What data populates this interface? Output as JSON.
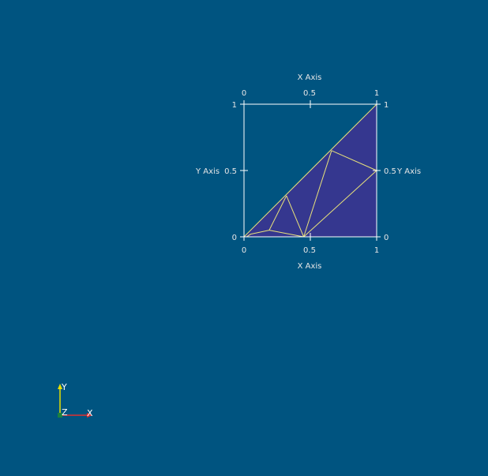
{
  "scene": {
    "background": "#005480",
    "surface_color": "#35378f",
    "edge_color": "#e8e27a",
    "axes_color": "#ffffff"
  },
  "axes_grid": {
    "x_title_top": "X Axis",
    "x_title_bottom": "X Axis",
    "y_title_left": "Y Axis",
    "y_title_right": "Y Axis",
    "x_ticks_top": [
      "0",
      "0.5",
      "1"
    ],
    "x_ticks_bottom": [
      "0",
      "0.5",
      "1"
    ],
    "y_ticks_left": [
      "1",
      "0.5",
      "0"
    ],
    "y_ticks_right": [
      "1",
      "0.5",
      "0"
    ]
  },
  "mesh": {
    "outline": [
      [
        0,
        0
      ],
      [
        1,
        0
      ],
      [
        1,
        1
      ]
    ],
    "edges": [
      [
        [
          0.02,
          0.0
        ],
        [
          0.05,
          0.02
        ]
      ],
      [
        [
          0.05,
          0.02
        ],
        [
          0.19,
          0.05
        ]
      ],
      [
        [
          0.19,
          0.05
        ],
        [
          0.32,
          0.31
        ]
      ],
      [
        [
          0.32,
          0.31
        ],
        [
          0.45,
          0.0
        ]
      ],
      [
        [
          0.19,
          0.05
        ],
        [
          0.45,
          0.0
        ]
      ],
      [
        [
          0.45,
          0.0
        ],
        [
          0.66,
          0.65
        ]
      ],
      [
        [
          0.66,
          0.65
        ],
        [
          1.0,
          0.5
        ]
      ],
      [
        [
          0.45,
          0.0
        ],
        [
          1.0,
          0.5
        ]
      ],
      [
        [
          0.05,
          0.02
        ],
        [
          0.02,
          0.0
        ]
      ]
    ]
  },
  "orientation_axes": {
    "x_label": "X",
    "y_label": "Y",
    "z_label": "Z",
    "x_color": "#e03030",
    "y_color": "#e8e000",
    "z_color": "#1a8040"
  }
}
